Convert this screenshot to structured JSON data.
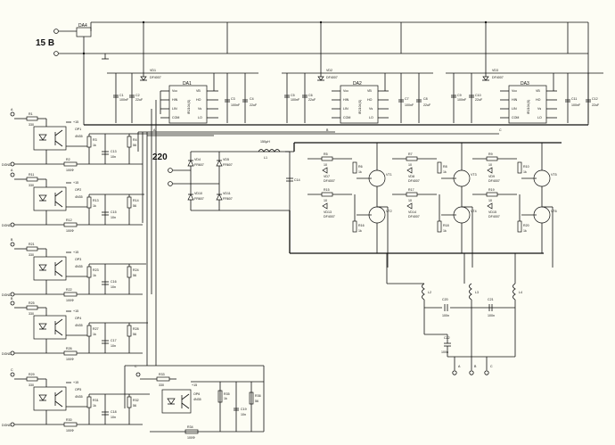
{
  "power": {
    "supply_label": "15 B",
    "mains_label": "220",
    "regulator": "DA4"
  },
  "drivers": [
    {
      "ref": "DA1",
      "chip": "IR2104(S)",
      "diode": "VD1",
      "diode_type": "DF4007",
      "caps": [
        "C1",
        "C2",
        "C3",
        "C4"
      ],
      "cap_values": [
        "100nF",
        "22uF",
        "100nF",
        "22uF"
      ],
      "bus": "A"
    },
    {
      "ref": "DA2",
      "chip": "IR2104(S)",
      "diode": "VD2",
      "diode_type": "DF4007",
      "caps": [
        "C5",
        "C6",
        "C7",
        "C8"
      ],
      "cap_values": [
        "100nF",
        "22uF",
        "100nF",
        "22uF"
      ],
      "bus": "B"
    },
    {
      "ref": "DA3",
      "chip": "IR2104(S)",
      "diode": "VD3",
      "diode_type": "DF4007",
      "caps": [
        "C9",
        "C10",
        "C11",
        "C12"
      ],
      "cap_values": [
        "100nF",
        "22uF",
        "100nF",
        "22uF"
      ],
      "bus": "C"
    }
  ],
  "driver_pins": [
    "Vcc",
    "HIN",
    "LIN",
    "COM",
    "VB",
    "HO",
    "Vs",
    "LO"
  ],
  "pin_numbers": [
    "1",
    "2",
    "3",
    "4",
    "8",
    "7",
    "6",
    "5"
  ],
  "opto": [
    {
      "ref": "OP1",
      "type": "4N35",
      "in": "A",
      "gnd": "DGND",
      "rin": "R1",
      "rin_v": "330",
      "rp": "R2",
      "rp_v": "100Ф",
      "rc": "R3",
      "rc_v": "1k",
      "rs": "R4",
      "rs_v": "56",
      "cap": "C13",
      "cap_v": "10n"
    },
    {
      "ref": "OP2",
      "type": "4N35",
      "in": "A",
      "gnd": "DGND",
      "rin": "R11",
      "rin_v": "330",
      "rp": "R12",
      "rp_v": "100Ф",
      "rc": "R13",
      "rc_v": "1k",
      "rs": "R14",
      "rs_v": "56",
      "cap": "C15",
      "cap_v": "10n"
    },
    {
      "ref": "OP3",
      "type": "4N35",
      "in": "B",
      "gnd": "DGND",
      "rin": "R21",
      "rin_v": "330",
      "rp": "R22",
      "rp_v": "100Ф",
      "rc": "R23",
      "rc_v": "1k",
      "rs": "R24",
      "rs_v": "56",
      "cap": "C16",
      "cap_v": "10n"
    },
    {
      "ref": "OP4",
      "type": "4N35",
      "in": "B",
      "gnd": "DGND",
      "rin": "R25",
      "rin_v": "330",
      "rp": "R26",
      "rp_v": "100Ф",
      "rc": "R27",
      "rc_v": "1k",
      "rs": "R28",
      "rs_v": "56",
      "cap": "C17",
      "cap_v": "10n"
    },
    {
      "ref": "OP5",
      "type": "4N35",
      "in": "C",
      "gnd": "DGND",
      "rin": "R29",
      "rin_v": "330",
      "rp": "R30",
      "rp_v": "100Ф",
      "rc": "R31",
      "rc_v": "1k",
      "rs": "R32",
      "rs_v": "56",
      "cap": "C18",
      "cap_v": "10n"
    }
  ],
  "opto6": {
    "ref": "OP6",
    "type": "4N35",
    "in": "C",
    "rin": "R33",
    "rin_v": "330",
    "rp": "R34",
    "rp_v": "100Ф",
    "rc": "R35",
    "rc_v": "1k",
    "rs": "R36",
    "rs_v": "56",
    "cap": "C19",
    "cap_v": "10n"
  },
  "plus15": "+15",
  "bridge": [
    {
      "ref": "VD4",
      "type": "FR607"
    },
    {
      "ref": "VD5",
      "type": "FR607"
    },
    {
      "ref": "VD10",
      "type": "FR607"
    },
    {
      "ref": "VD11",
      "type": "FR607"
    }
  ],
  "choke": {
    "ref": "L1",
    "value": "150μH"
  },
  "bulk_cap": "C14",
  "half_bridges": [
    {
      "hi": "VT1",
      "lo": "VT2",
      "r_gh": "R5",
      "r_gl": "R15",
      "r_pd": "R6",
      "r_pd2": "R16",
      "d_h": "VD7",
      "d_l": "VD13"
    },
    {
      "hi": "VT3",
      "lo": "VT4",
      "r_gh": "R7",
      "r_gl": "R17",
      "r_pd": "R8",
      "r_pd2": "R18",
      "d_h": "VD8",
      "d_l": "VD14"
    },
    {
      "hi": "VT5",
      "lo": "VT6",
      "r_gh": "R9",
      "r_gl": "R19",
      "r_pd": "R10",
      "r_pd2": "R20",
      "d_h": "VD9",
      "d_l": "VD15"
    }
  ],
  "gate_r_value": "10",
  "pd_r_value": "1k",
  "gate_diode": "DF4007",
  "output": {
    "inductors": [
      "L2",
      "L3",
      "L4"
    ],
    "caps": [
      {
        "ref": "C20",
        "v": "100n"
      },
      {
        "ref": "C21",
        "v": "100n"
      },
      {
        "ref": "C22",
        "v": "100n"
      }
    ],
    "phases": [
      "A",
      "B",
      "C"
    ]
  }
}
